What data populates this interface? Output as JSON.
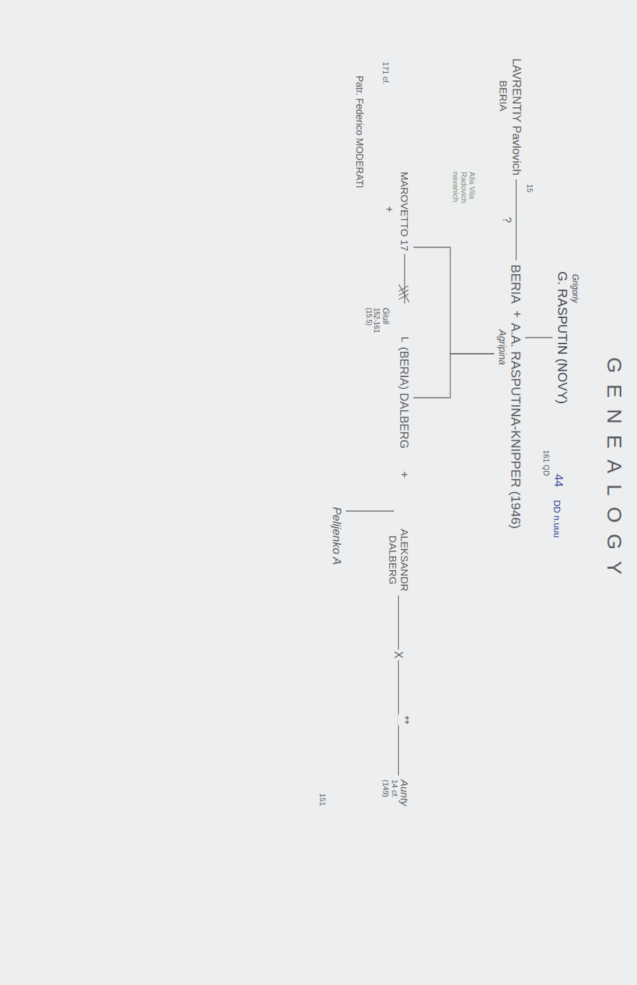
{
  "diagram": {
    "title": "GENEALOGY",
    "nodes": [
      {
        "text": [
          "Grigoriy",
          "G. RASPUTIN (NOVY)"
        ]
      },
      {
        "text": [
          "LAVRENTIY Pavlovich",
          "BERIA"
        ]
      },
      {
        "text": [
          "BERIA"
        ]
      },
      {
        "text": [
          "A.A. RASPUTINA-KNIPPER (1946)",
          "Agripina"
        ]
      },
      {
        "text": [
          "MAROVETTO 17"
        ]
      },
      {
        "text": [
          "Giuli",
          "152-161",
          "(15.5)"
        ]
      },
      {
        "text": [
          "(BERIA) DALBERG"
        ]
      },
      {
        "text": [
          "ALEKSANDR DALBERG"
        ]
      },
      {
        "text": [
          "Aunty",
          "14 cf.",
          "(149)"
        ]
      },
      {
        "text": [
          "Patr. Federico MODERATI"
        ]
      },
      {
        "text": [
          "Pelijenko A"
        ]
      }
    ],
    "edges": [
      {
        "from": 0,
        "to": 3,
        "arrow": "none"
      },
      {
        "from": 1,
        "to": 2,
        "arrow": "none",
        "label": "?"
      },
      {
        "from": 3,
        "to": 4,
        "arrow": "none"
      },
      {
        "from": 3,
        "to": 6,
        "arrow": "none"
      },
      {
        "from": 4,
        "to": 5,
        "arrow": "none"
      },
      {
        "from": 7,
        "to": 8,
        "arrow": "none",
        "label": "X"
      },
      {
        "from": 6,
        "to": 10,
        "arrow": "none"
      }
    ],
    "labels": [
      "15",
      "44",
      "DD n.uuu",
      "161 QD",
      "+",
      "Alla Vila Radovich navanich",
      "+",
      "171 cf.",
      "L",
      "+",
      "**",
      "151"
    ]
  }
}
